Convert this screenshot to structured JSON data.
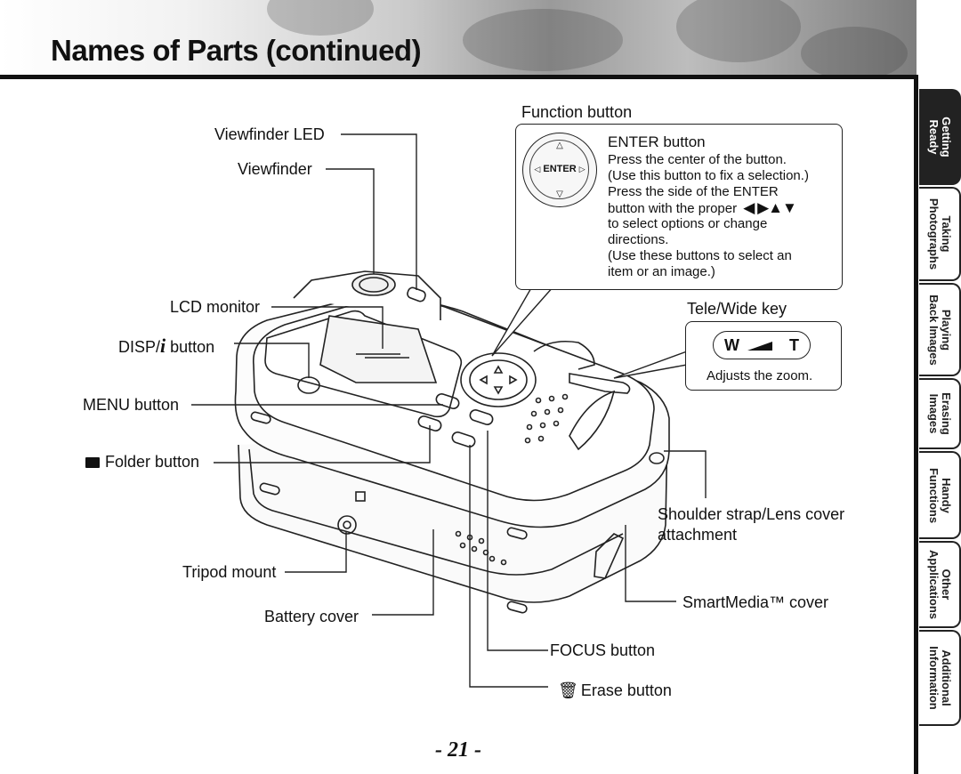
{
  "header": {
    "title": "Names of Parts (continued)"
  },
  "labels": {
    "viewfinder_led": "Viewfinder LED",
    "viewfinder": "Viewfinder",
    "lcd_monitor": "LCD monitor",
    "disp_button_prefix": "DISP/",
    "disp_button_suffix": " button",
    "menu_button": "MENU button",
    "folder_button": "Folder button",
    "tripod_mount": "Tripod mount",
    "battery_cover": "Battery cover",
    "function_button": "Function button",
    "tele_wide_key": "Tele/Wide key",
    "shoulder_strap": "Shoulder strap/Lens cover",
    "shoulder_strap_line2": "attachment",
    "smartmedia_cover": "SmartMedia™ cover",
    "focus_button": "FOCUS button",
    "erase_button": "Erase button"
  },
  "enter_callout": {
    "title": "ENTER button",
    "dial_label": "ENTER",
    "line1": "Press the center of the button.",
    "line2": "(Use this button to fix a selection.)",
    "line3": "Press the side of the ENTER",
    "line4": "button with the proper",
    "arrows": "◀ ▶▲▼",
    "line5": "to select options or change",
    "line6": "directions.",
    "line7": "(Use these buttons to select an",
    "line8": "item or an image.)"
  },
  "zoom_callout": {
    "w": "W",
    "t": "T",
    "caption": "Adjusts the zoom."
  },
  "side_tabs": [
    {
      "label": "Getting\nReady",
      "active": true
    },
    {
      "label": "Taking\nPhotographs",
      "active": false
    },
    {
      "label": "Playing\nBack Images",
      "active": false
    },
    {
      "label": "Erasing\nImages",
      "active": false
    },
    {
      "label": "Handy\nFunctions",
      "active": false
    },
    {
      "label": "Other\nApplications",
      "active": false
    },
    {
      "label": "Additional\nInformation",
      "active": false
    }
  ],
  "page_number": "- 21 -"
}
